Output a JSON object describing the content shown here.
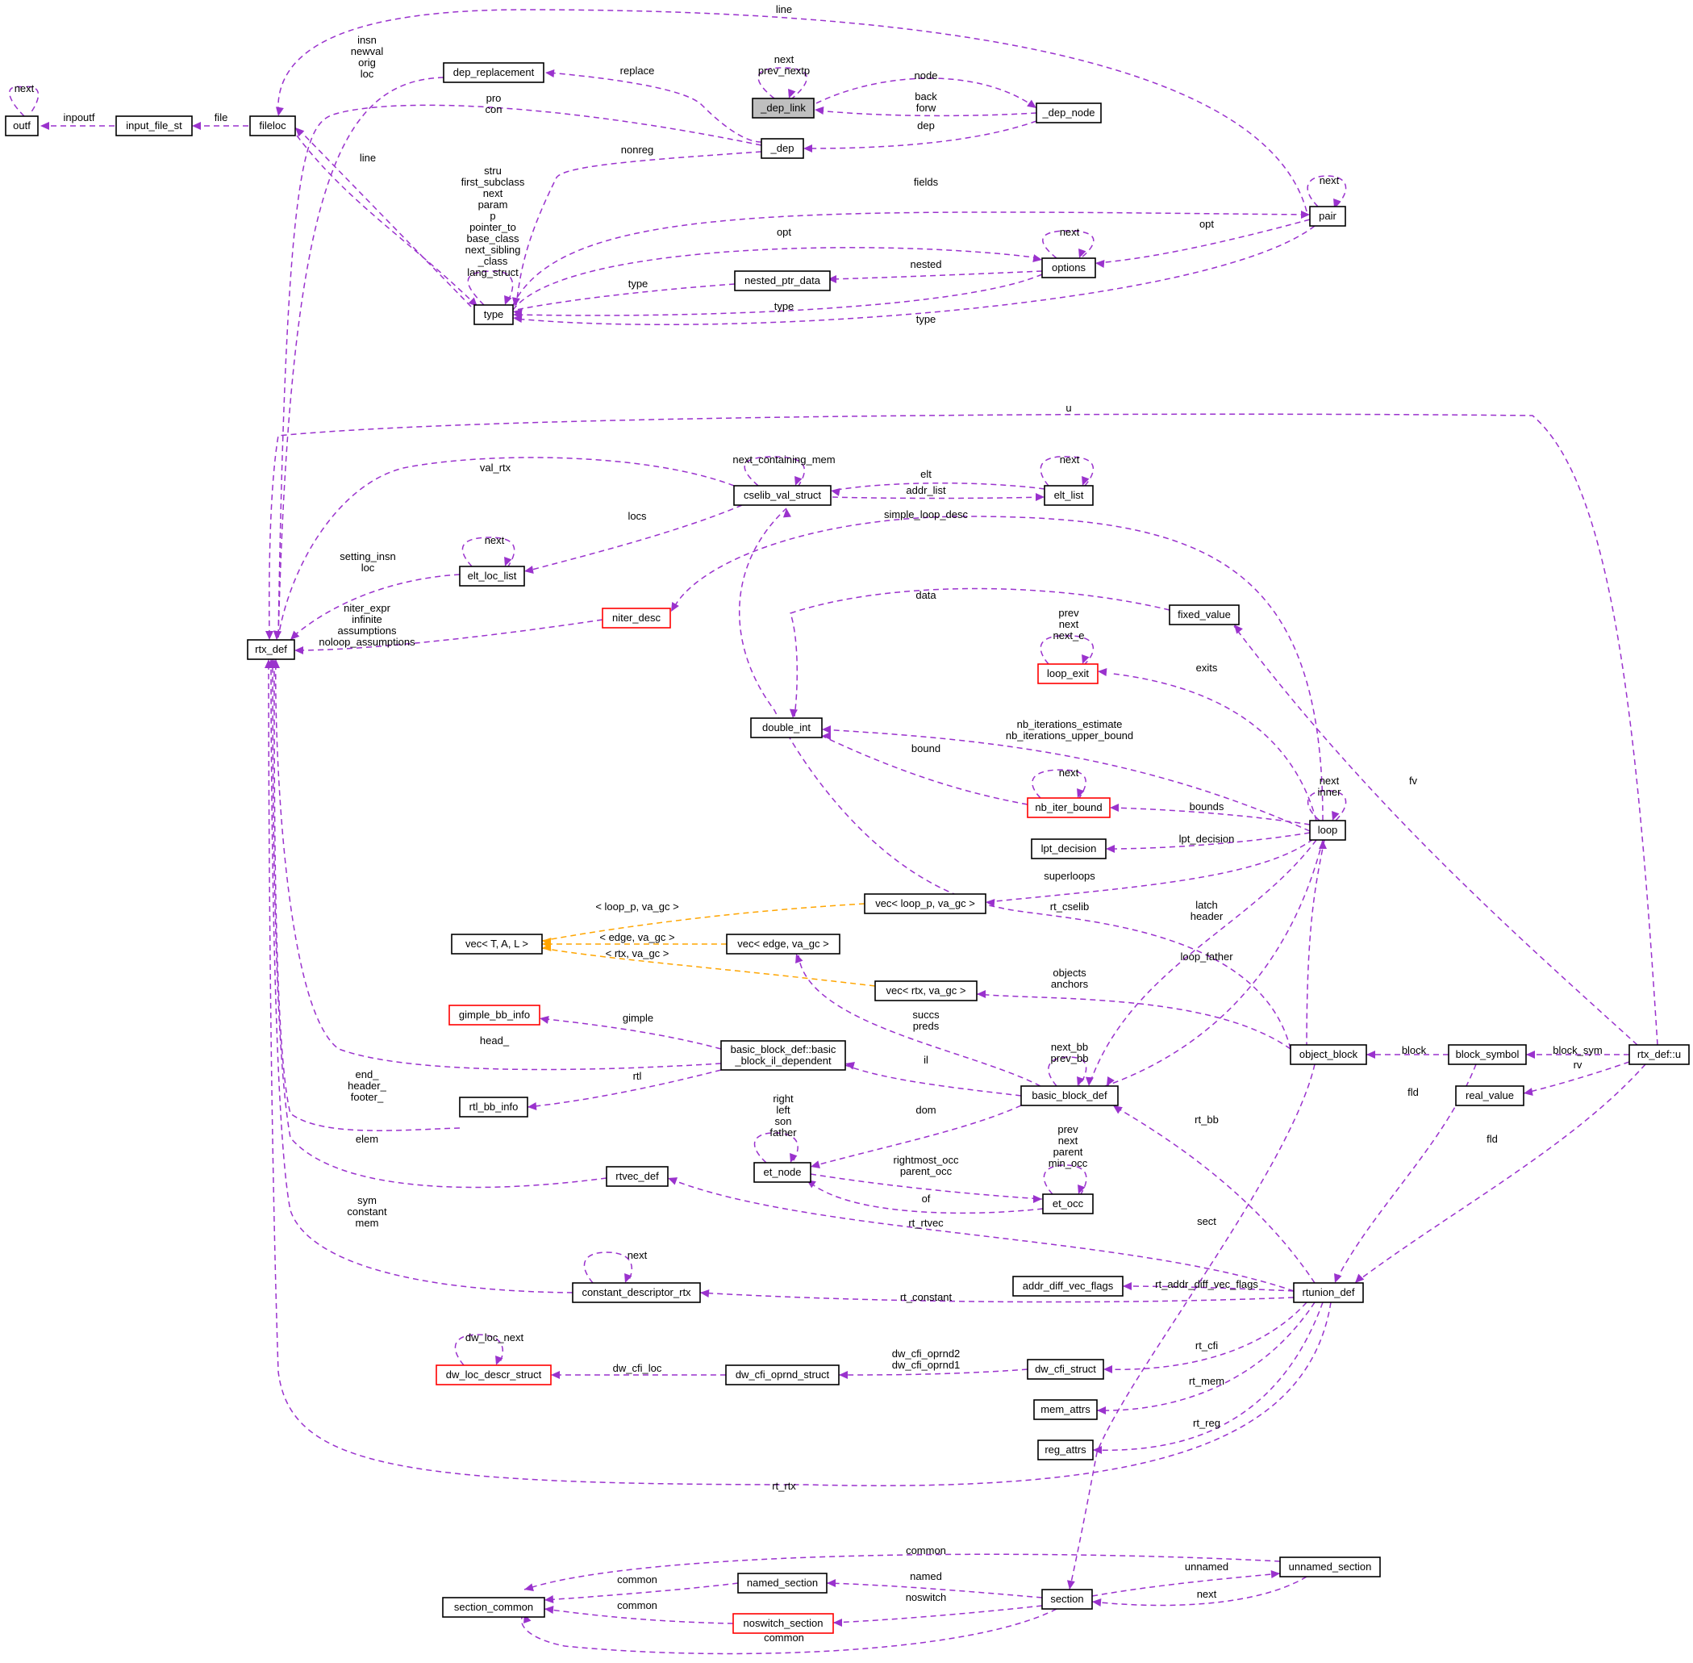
{
  "diagram": {
    "colors": {
      "edge": "#9a32cd",
      "template_edge": "#ffa500",
      "border": "#000000",
      "incomplete_border": "#ff0000",
      "highlight": "#bfbfbf"
    },
    "nodes": [
      {
        "id": "outf",
        "label": "outf"
      },
      {
        "id": "input_file_st",
        "label": "input_file_st"
      },
      {
        "id": "fileloc",
        "label": "fileloc"
      },
      {
        "id": "dep_replacement",
        "label": "dep_replacement"
      },
      {
        "id": "dep_link",
        "label": "_dep_link",
        "highlight": true
      },
      {
        "id": "dep_node",
        "label": "_dep_node"
      },
      {
        "id": "dep",
        "label": "_dep"
      },
      {
        "id": "pair",
        "label": "pair"
      },
      {
        "id": "options",
        "label": "options"
      },
      {
        "id": "nested_ptr_data",
        "label": "nested_ptr_data"
      },
      {
        "id": "type",
        "label": "type"
      },
      {
        "id": "cselib_val_struct",
        "label": "cselib_val_struct"
      },
      {
        "id": "elt_list",
        "label": "elt_list"
      },
      {
        "id": "elt_loc_list",
        "label": "elt_loc_list"
      },
      {
        "id": "niter_desc",
        "label": "niter_desc",
        "incomplete": true
      },
      {
        "id": "fixed_value",
        "label": "fixed_value"
      },
      {
        "id": "rtx_def",
        "label": "rtx_def"
      },
      {
        "id": "loop_exit",
        "label": "loop_exit",
        "incomplete": true
      },
      {
        "id": "double_int",
        "label": "double_int"
      },
      {
        "id": "nb_iter_bound",
        "label": "nb_iter_bound",
        "incomplete": true
      },
      {
        "id": "loop",
        "label": "loop"
      },
      {
        "id": "lpt_decision",
        "label": "lpt_decision"
      },
      {
        "id": "vec_loop",
        "label": "vec< loop_p, va_gc >"
      },
      {
        "id": "vec_T",
        "label": "vec< T, A, L >"
      },
      {
        "id": "vec_edge",
        "label": "vec< edge, va_gc >"
      },
      {
        "id": "vec_rtx",
        "label": "vec< rtx, va_gc >"
      },
      {
        "id": "gimple_bb_info",
        "label": "gimple_bb_info",
        "incomplete": true
      },
      {
        "id": "bb_il",
        "label": "basic_block_def::basic\n_block_il_dependent"
      },
      {
        "id": "object_block",
        "label": "object_block"
      },
      {
        "id": "block_symbol",
        "label": "block_symbol"
      },
      {
        "id": "rtx_def_u",
        "label": "rtx_def::u"
      },
      {
        "id": "basic_block_def",
        "label": "basic_block_def"
      },
      {
        "id": "rtl_bb_info",
        "label": "rtl_bb_info"
      },
      {
        "id": "real_value",
        "label": "real_value"
      },
      {
        "id": "et_node",
        "label": "et_node"
      },
      {
        "id": "rtvec_def",
        "label": "rtvec_def"
      },
      {
        "id": "et_occ",
        "label": "et_occ"
      },
      {
        "id": "addr_diff_vec_flags",
        "label": "addr_diff_vec_flags"
      },
      {
        "id": "rtunion_def",
        "label": "rtunion_def"
      },
      {
        "id": "constant_descriptor_rtx",
        "label": "constant_descriptor_rtx"
      },
      {
        "id": "dw_loc_descr_struct",
        "label": "dw_loc_descr_struct",
        "incomplete": true
      },
      {
        "id": "dw_cfi_oprnd_struct",
        "label": "dw_cfi_oprnd_struct"
      },
      {
        "id": "dw_cfi_struct",
        "label": "dw_cfi_struct"
      },
      {
        "id": "mem_attrs",
        "label": "mem_attrs"
      },
      {
        "id": "reg_attrs",
        "label": "reg_attrs"
      },
      {
        "id": "unnamed_section",
        "label": "unnamed_section"
      },
      {
        "id": "named_section",
        "label": "named_section"
      },
      {
        "id": "section",
        "label": "section"
      },
      {
        "id": "section_common",
        "label": "section_common"
      },
      {
        "id": "noswitch_section",
        "label": "noswitch_section",
        "incomplete": true
      }
    ],
    "edge_labels": [
      {
        "id": "outf_next",
        "text": "next"
      },
      {
        "id": "inpoutf",
        "text": "inpoutf"
      },
      {
        "id": "file",
        "text": "file"
      },
      {
        "id": "dep_repl_fields",
        "text": "insn\nnewval\norig\nloc"
      },
      {
        "id": "line_top",
        "text": "line"
      },
      {
        "id": "replace",
        "text": "replace"
      },
      {
        "id": "dep_link_self",
        "text": "next\nprev_nextp"
      },
      {
        "id": "node",
        "text": "node"
      },
      {
        "id": "back_forw",
        "text": "back\nforw"
      },
      {
        "id": "dep_lbl",
        "text": "dep"
      },
      {
        "id": "pro_con",
        "text": "pro\ncon"
      },
      {
        "id": "nonreg",
        "text": "nonreg"
      },
      {
        "id": "line_type",
        "text": "line"
      },
      {
        "id": "type_self",
        "text": "stru\nfirst_subclass\nnext\nparam\np\npointer_to\nbase_class\nnext_sibling\n_class\nlang_struct"
      },
      {
        "id": "fields",
        "text": "fields"
      },
      {
        "id": "pair_next",
        "text": "next"
      },
      {
        "id": "opt_type",
        "text": "opt"
      },
      {
        "id": "opt_pair",
        "text": "opt"
      },
      {
        "id": "options_next",
        "text": "next"
      },
      {
        "id": "nested",
        "text": "nested"
      },
      {
        "id": "type_npd",
        "text": "type"
      },
      {
        "id": "type_opt",
        "text": "type"
      },
      {
        "id": "type_pair",
        "text": "type"
      },
      {
        "id": "u_lbl",
        "text": "u"
      },
      {
        "id": "next_containing_mem",
        "text": "next_containing_mem"
      },
      {
        "id": "elt_next",
        "text": "next"
      },
      {
        "id": "val_rtx",
        "text": "val_rtx"
      },
      {
        "id": "elt",
        "text": "elt"
      },
      {
        "id": "addr_list",
        "text": "addr_list"
      },
      {
        "id": "locs",
        "text": "locs"
      },
      {
        "id": "simple_loop_desc",
        "text": "simple_loop_desc"
      },
      {
        "id": "eloc_next",
        "text": "next"
      },
      {
        "id": "setting_insn_loc",
        "text": "setting_insn\nloc"
      },
      {
        "id": "data",
        "text": "data"
      },
      {
        "id": "niter_fields",
        "text": "niter_expr\ninfinite\nassumptions\nnoloop_assumptions"
      },
      {
        "id": "loop_exit_self",
        "text": "prev\nnext\nnext_e"
      },
      {
        "id": "exits",
        "text": "exits"
      },
      {
        "id": "nb_iter_est",
        "text": "nb_iterations_estimate\nnb_iterations_upper_bound"
      },
      {
        "id": "bound",
        "text": "bound"
      },
      {
        "id": "nb_next",
        "text": "next"
      },
      {
        "id": "fv",
        "text": "fv"
      },
      {
        "id": "loop_self",
        "text": "next\ninner"
      },
      {
        "id": "bounds",
        "text": "bounds"
      },
      {
        "id": "lpt_lbl",
        "text": "lpt_decision"
      },
      {
        "id": "superloops",
        "text": "superloops"
      },
      {
        "id": "tmpl_loop",
        "text": "< loop_p, va_gc >"
      },
      {
        "id": "rt_cselib",
        "text": "rt_cselib"
      },
      {
        "id": "latch_header",
        "text": "latch\nheader"
      },
      {
        "id": "tmpl_edge",
        "text": "< edge, va_gc >"
      },
      {
        "id": "tmpl_rtx",
        "text": "< rtx, va_gc >"
      },
      {
        "id": "loop_father",
        "text": "loop_father"
      },
      {
        "id": "objects_anchors",
        "text": "objects\nanchors"
      },
      {
        "id": "gimple",
        "text": "gimple"
      },
      {
        "id": "succs_preds",
        "text": "succs\npreds"
      },
      {
        "id": "head_",
        "text": "head_"
      },
      {
        "id": "bb_self",
        "text": "next_bb\nprev_bb"
      },
      {
        "id": "block",
        "text": "block"
      },
      {
        "id": "block_sym",
        "text": "block_sym"
      },
      {
        "id": "rv",
        "text": "rv"
      },
      {
        "id": "end_header_footer",
        "text": "end_\nheader_\nfooter_"
      },
      {
        "id": "rtl",
        "text": "rtl"
      },
      {
        "id": "il",
        "text": "il"
      },
      {
        "id": "fld_bs",
        "text": "fld"
      },
      {
        "id": "et_self",
        "text": "right\nleft\nson\nfather"
      },
      {
        "id": "dom",
        "text": "dom"
      },
      {
        "id": "rt_bb",
        "text": "rt_bb"
      },
      {
        "id": "fld_u",
        "text": "fld"
      },
      {
        "id": "elem",
        "text": "elem"
      },
      {
        "id": "etocc_self",
        "text": "prev\nnext\nparent\nmin_occ"
      },
      {
        "id": "rightmost",
        "text": "rightmost_occ\nparent_occ"
      },
      {
        "id": "of",
        "text": "of"
      },
      {
        "id": "sym_const_mem",
        "text": "sym\nconstant\nmem"
      },
      {
        "id": "rt_rtvec",
        "text": "rt_rtvec"
      },
      {
        "id": "sect",
        "text": "sect"
      },
      {
        "id": "cdr_next",
        "text": "next"
      },
      {
        "id": "rt_addr",
        "text": "rt_addr_diff_vec_flags"
      },
      {
        "id": "rt_constant",
        "text": "rt_constant"
      },
      {
        "id": "dw_loc_next",
        "text": "dw_loc_next"
      },
      {
        "id": "rt_cfi",
        "text": "rt_cfi"
      },
      {
        "id": "dw_cfi_oprnd",
        "text": "dw_cfi_oprnd2\ndw_cfi_oprnd1"
      },
      {
        "id": "dw_cfi_loc",
        "text": "dw_cfi_loc"
      },
      {
        "id": "rt_mem",
        "text": "rt_mem"
      },
      {
        "id": "rt_reg",
        "text": "rt_reg"
      },
      {
        "id": "rt_rtx",
        "text": "rt_rtx"
      },
      {
        "id": "common_top",
        "text": "common"
      },
      {
        "id": "unnamed",
        "text": "unnamed"
      },
      {
        "id": "named",
        "text": "named"
      },
      {
        "id": "common_named",
        "text": "common"
      },
      {
        "id": "noswitch",
        "text": "noswitch"
      },
      {
        "id": "next_sect",
        "text": "next"
      },
      {
        "id": "common_nosw",
        "text": "common"
      },
      {
        "id": "common_bottom",
        "text": "common"
      }
    ]
  }
}
